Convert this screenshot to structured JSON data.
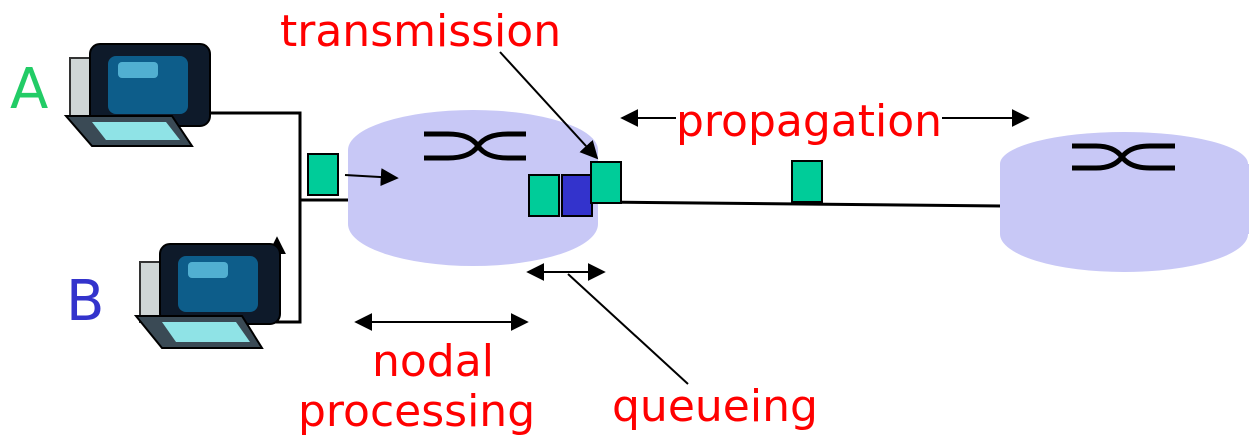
{
  "colors": {
    "label_red": "#ff0000",
    "host_a": "#22cc66",
    "host_b": "#3333cc",
    "router_fill": "#c8c8f6",
    "packet": "#00cc99",
    "packet_queued": "#3333cc",
    "line": "#000000"
  },
  "hosts": {
    "a_label": "A",
    "b_label": "B"
  },
  "labels": {
    "transmission": "transmission",
    "propagation": "propagation",
    "nodal_line1": "nodal",
    "nodal_line2": "processing",
    "queueing": "queueing"
  },
  "icons": {
    "host": "desktop-computer-icon",
    "router": "router-crossed-arrows-icon"
  }
}
